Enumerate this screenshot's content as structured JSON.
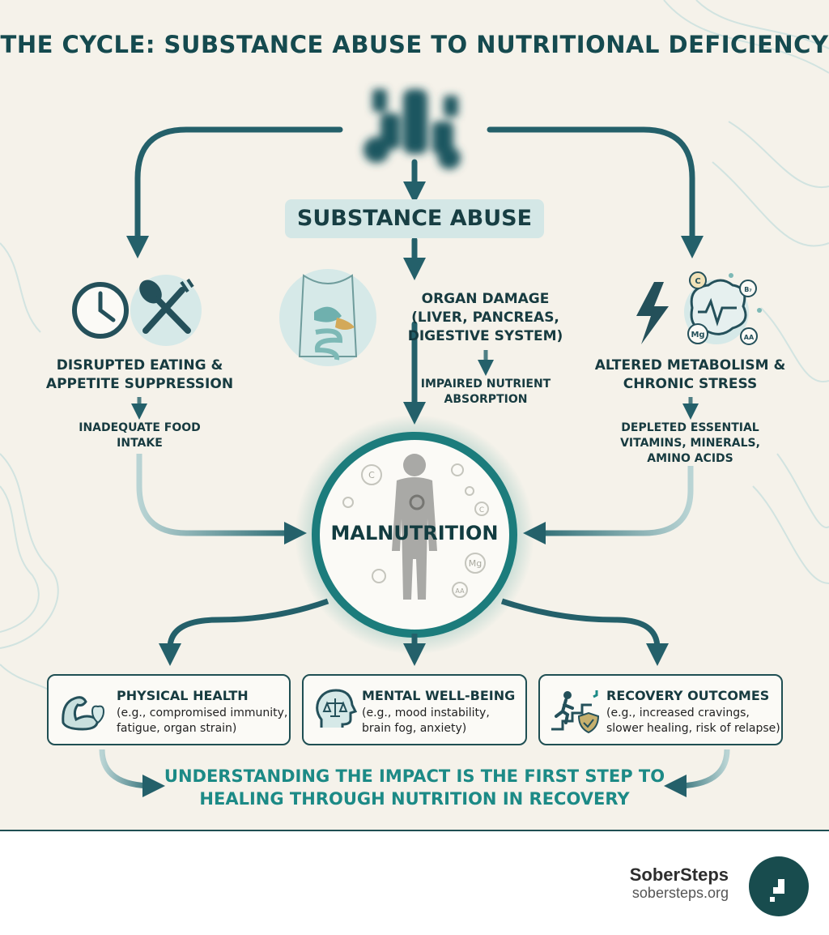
{
  "title": "THE CYCLE: SUBSTANCE ABUSE TO NUTRITIONAL DEFICIENCY",
  "center_top": {
    "label": "SUBSTANCE ABUSE"
  },
  "left_node": {
    "title": "DISRUPTED EATING & APPETITE SUPPRESSION",
    "consequence": "INADEQUATE FOOD INTAKE"
  },
  "middle_node": {
    "title": "ORGAN DAMAGE (LIVER, PANCREAS, DIGESTIVE SYSTEM)",
    "consequence": "IMPAIRED NUTRIENT ABSORPTION"
  },
  "right_node": {
    "title": "ALTERED METABOLISM & CHRONIC STRESS",
    "consequence": "DEPLETED ESSENTIAL VITAMINS, MINERALS, AMINO ACIDS",
    "icon_labels": [
      "C",
      "B₇",
      "Mg",
      "AA"
    ]
  },
  "hub": {
    "label": "MALNUTRITION",
    "icon_labels": [
      "C",
      "Mg",
      "AA",
      "C"
    ]
  },
  "outcomes": [
    {
      "title": "PHYSICAL HEALTH",
      "description": "(e.g., compromised immunity,\nfatigue, organ strain)"
    },
    {
      "title": "MENTAL WELL-BEING",
      "description": "(e.g., mood instability,\nbrain fog, anxiety)"
    },
    {
      "title": "RECOVERY OUTCOMES",
      "description": "(e.g., increased cravings,\nslower healing, risk of relapse)"
    }
  ],
  "tagline": "UNDERSTANDING THE IMPACT IS THE FIRST STEP TO HEALING THROUGH NUTRITION IN RECOVERY",
  "brand": {
    "name": "SoberSteps",
    "url": "sobersteps.org"
  },
  "colors": {
    "background": "#f5f2ea",
    "dark_teal": "#1f4f53",
    "accent_teal": "#1c8a86",
    "label_bg": "#d4e7e6"
  },
  "icons": [
    "substance-bottles-icon",
    "clock-icon",
    "spoon-fork-icon",
    "torso-digestive-icon",
    "lightning-icon",
    "brain-icon",
    "human-figure-icon",
    "flexed-arm-icon",
    "heart-pulse-icon",
    "head-scales-icon",
    "climbing-stairs-icon",
    "shield-check-icon",
    "sobersteps-logo-icon"
  ]
}
